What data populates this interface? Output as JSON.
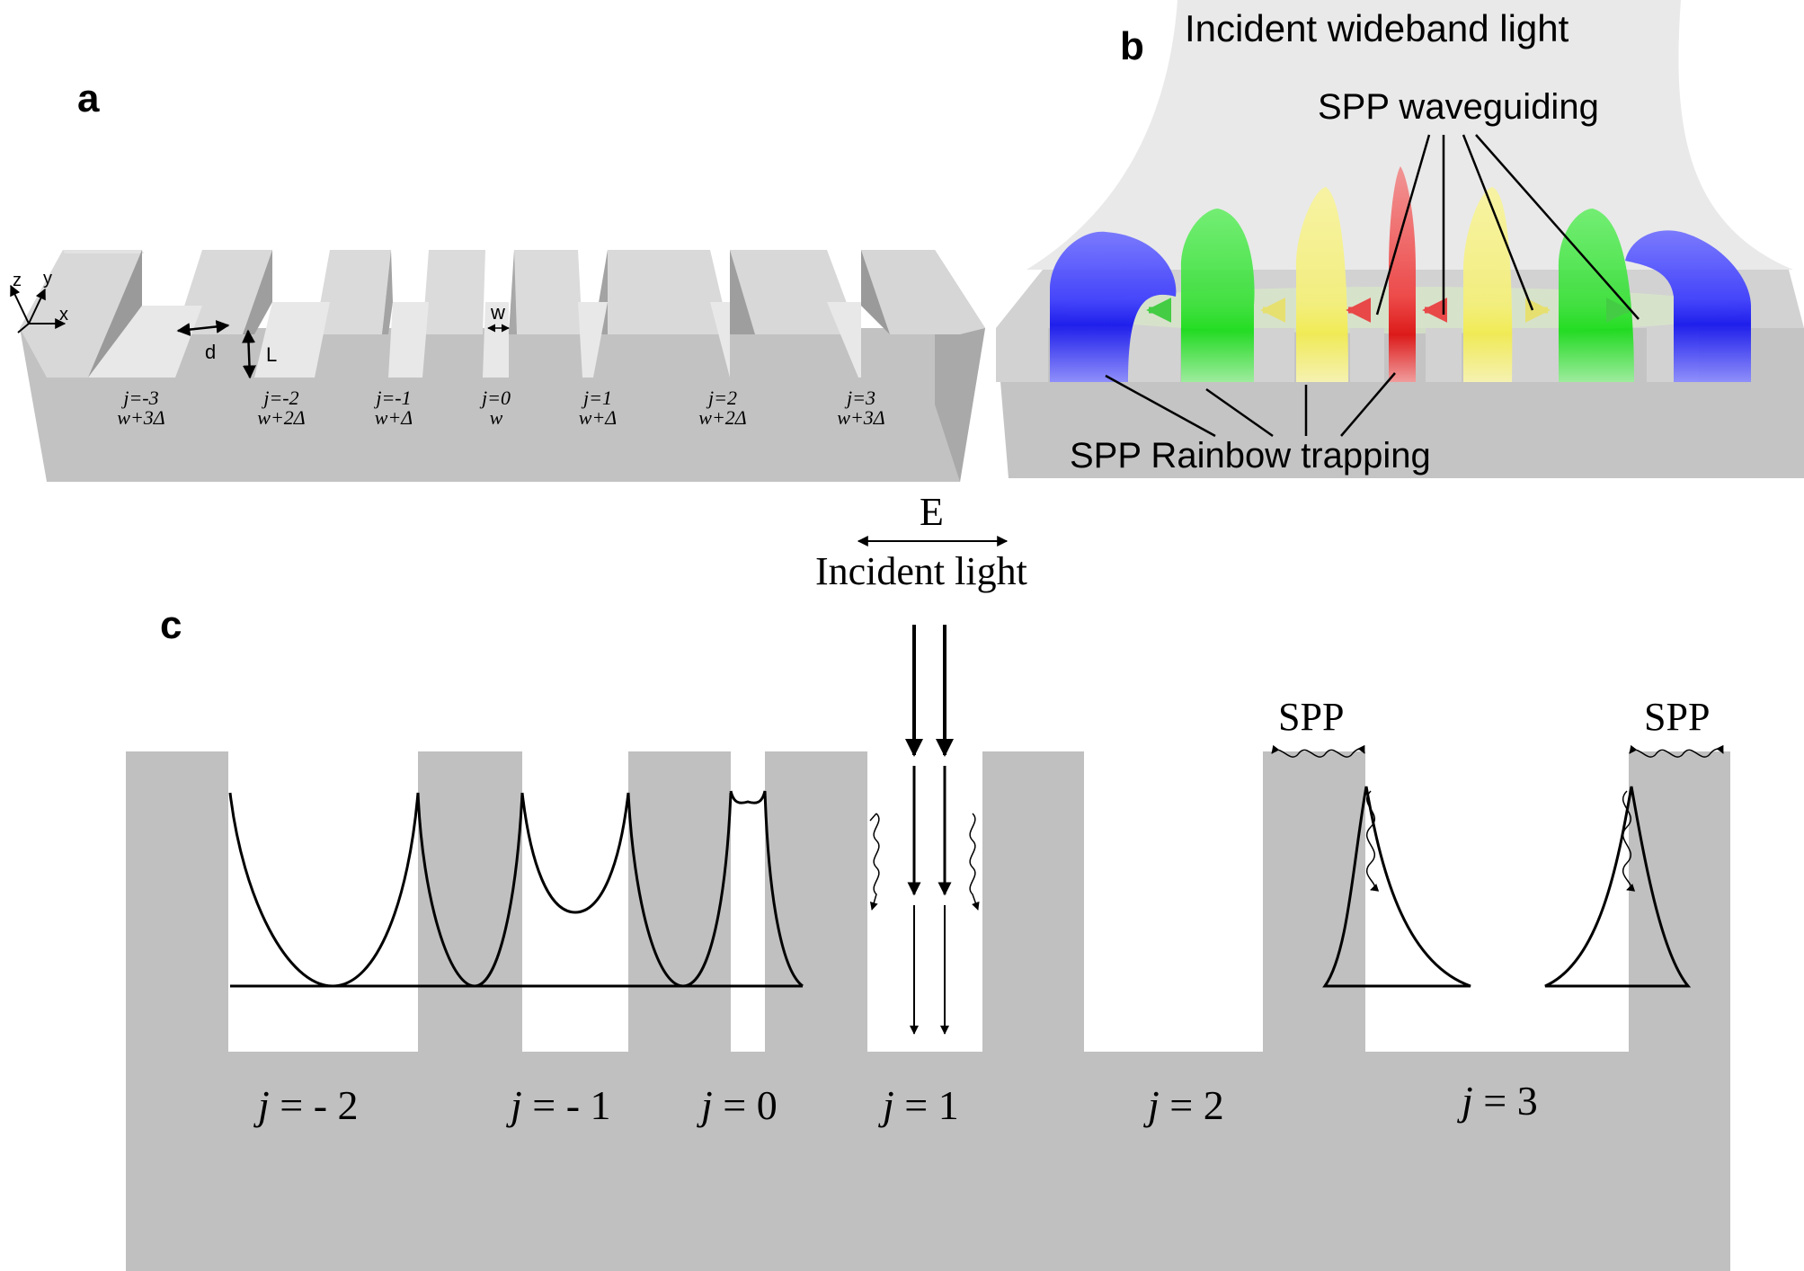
{
  "panel_a": {
    "label": "a",
    "axes": {
      "z": "z",
      "y": "y",
      "x": "x"
    },
    "dims": {
      "d": "d",
      "L": "L",
      "w": "w"
    },
    "grooves": [
      {
        "j": "j=-3",
        "w": "w+3Δ"
      },
      {
        "j": "j=-2",
        "w": "w+2Δ"
      },
      {
        "j": "j=-1",
        "w": "w+Δ"
      },
      {
        "j": "j=0",
        "w": "w"
      },
      {
        "j": "j=1",
        "w": "w+Δ"
      },
      {
        "j": "j=2",
        "w": "w+2Δ"
      },
      {
        "j": "j=3",
        "w": "w+3Δ"
      }
    ]
  },
  "panel_b": {
    "label": "b",
    "incident": "Incident wideband light",
    "waveguiding": "SPP waveguiding",
    "trapping": "SPP Rainbow trapping",
    "colors": {
      "blue": "#1a1aff",
      "green": "#22dd22",
      "yellow": "#f5f07a",
      "red": "#ee2222"
    }
  },
  "panel_c": {
    "label": "c",
    "field": "E",
    "incident": "Incident light",
    "spp_left": "SPP",
    "spp_right": "SPP",
    "grooves": [
      {
        "j": "j",
        "rest": " = - 2"
      },
      {
        "j": "j",
        "rest": " = - 1"
      },
      {
        "j": "j",
        "rest": " = 0"
      },
      {
        "j": "j",
        "rest": " = 1"
      },
      {
        "j": "j",
        "rest": " = 2"
      },
      {
        "j": "j",
        "rest": " = 3"
      }
    ],
    "metal_color": "#c0c0c0"
  }
}
